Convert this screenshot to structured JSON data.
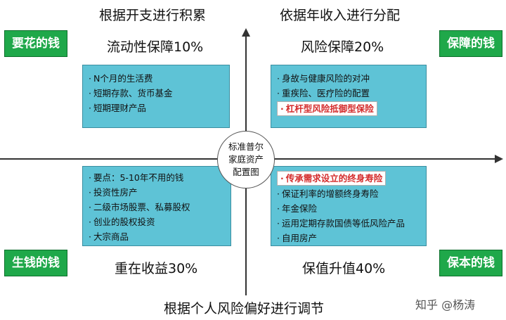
{
  "captions": {
    "top_left": "根据开支进行积累",
    "top_right": "依据年收入进行分配",
    "bottom": "根据个人风险偏好进行调节"
  },
  "quadrants": {
    "top_left": {
      "badge": "要花的钱",
      "title": "流动性保障10%",
      "items": [
        "N个月的生活费",
        "短期存款、货币基金",
        "短期理财产品"
      ]
    },
    "top_right": {
      "badge": "保障的钱",
      "title": "风险保障20%",
      "items": [
        "身故与健康风险的对冲",
        "重疾险、医疗险的配置"
      ],
      "highlight": "杠杆型风险抵御型保险"
    },
    "bottom_left": {
      "badge": "生钱的钱",
      "title": "重在收益30%",
      "items": [
        "要点：5-10年不用的钱",
        "投资性房产",
        "二级市场股票、私募股权",
        "创业的股权投资",
        "大宗商品"
      ]
    },
    "bottom_right": {
      "badge": "保本的钱",
      "title": "保值升值40%",
      "highlight": "传承需求设立的终身寿险",
      "items": [
        "保证利率的增额终身寿险",
        "年金保险",
        "运用定期存款国债等低风险产品",
        "自用房产"
      ]
    }
  },
  "center": {
    "lines": [
      "标准普尔",
      "家庭资产",
      "配置图"
    ]
  },
  "watermark": "知乎 @杨涛",
  "colors": {
    "badge": "#1fa84a",
    "box": "#5ec3d6",
    "highlight_text": "#d42b2b"
  }
}
